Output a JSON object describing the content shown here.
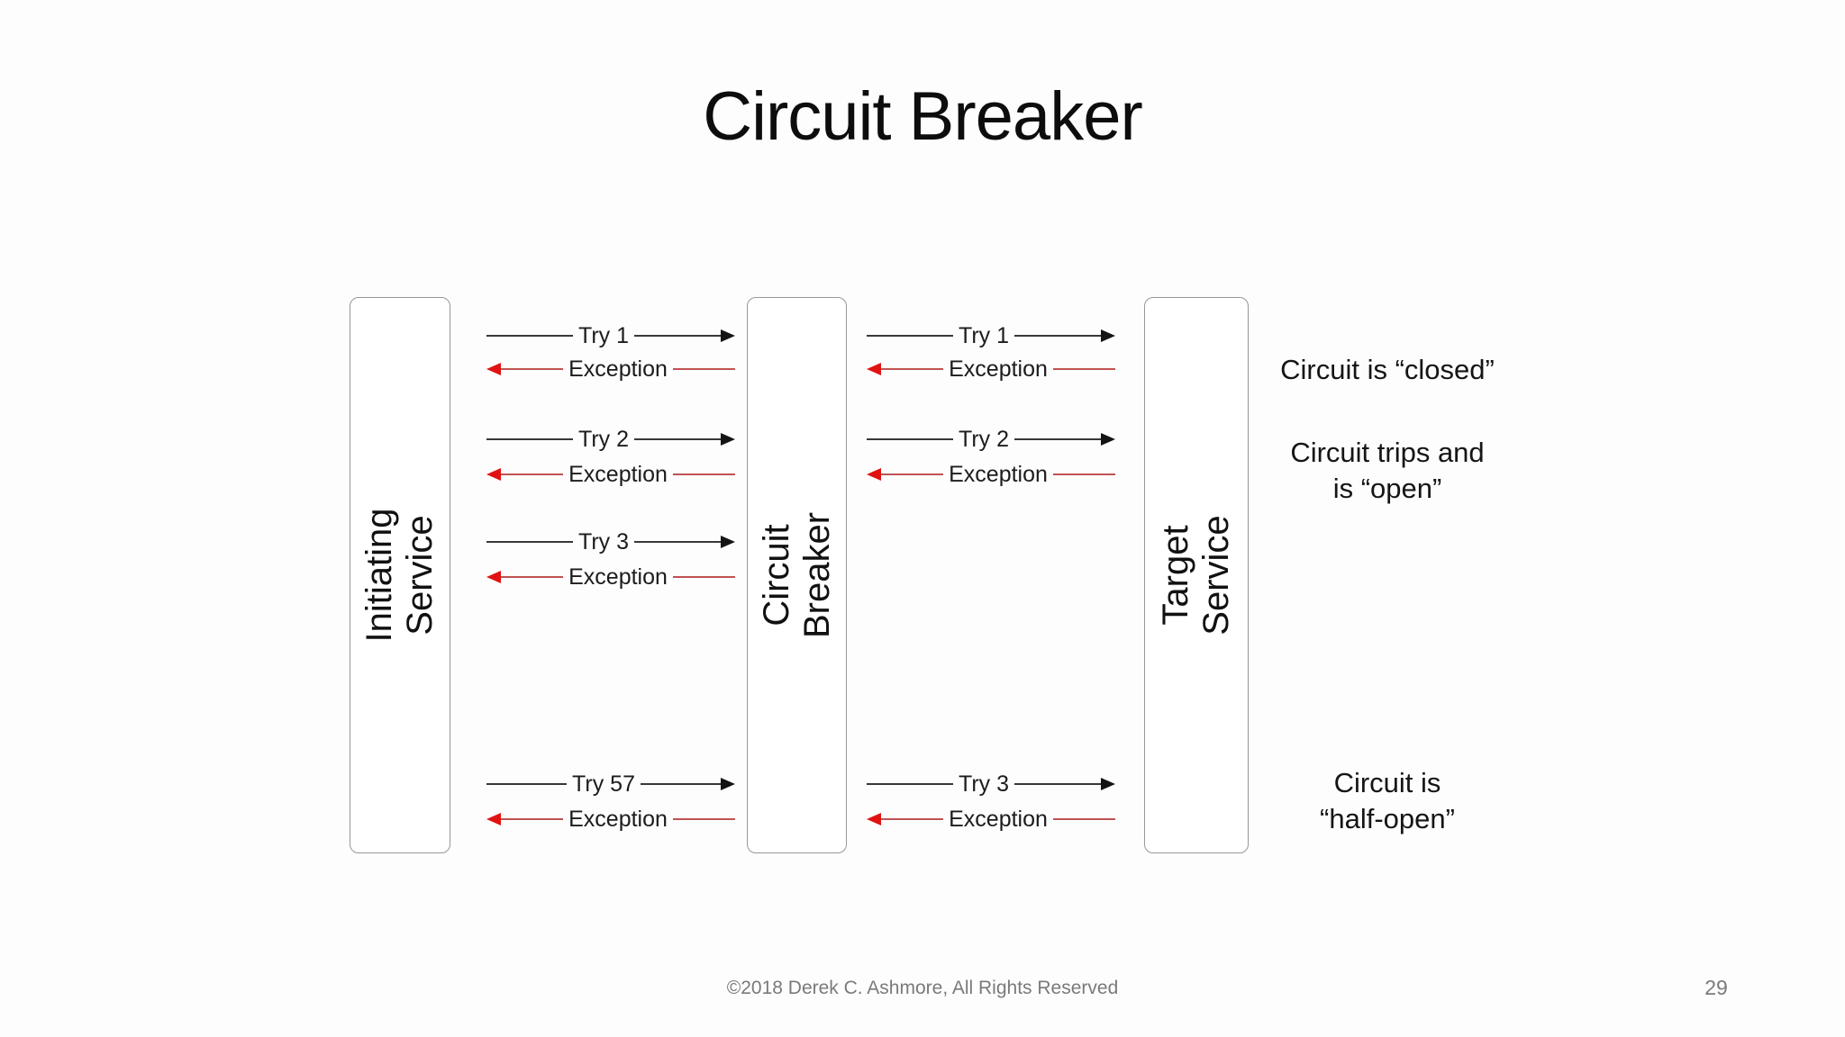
{
  "title": "Circuit Breaker",
  "boxes": {
    "initiating": {
      "line1": "Initiating",
      "line2": "Service"
    },
    "breaker": {
      "line1": "Circuit",
      "line2": "Breaker"
    },
    "target": {
      "line1": "Target",
      "line2": "Service"
    }
  },
  "left_arrows": [
    {
      "label": "Try 1",
      "type": "try",
      "direction": "right"
    },
    {
      "label": "Exception",
      "type": "exception",
      "direction": "left"
    },
    {
      "label": "Try 2",
      "type": "try",
      "direction": "right"
    },
    {
      "label": "Exception",
      "type": "exception",
      "direction": "left"
    },
    {
      "label": "Try 3",
      "type": "try",
      "direction": "right"
    },
    {
      "label": "Exception",
      "type": "exception",
      "direction": "left"
    },
    {
      "label": "Try 57",
      "type": "try",
      "direction": "right"
    },
    {
      "label": "Exception",
      "type": "exception",
      "direction": "left"
    }
  ],
  "right_arrows": [
    {
      "label": "Try 1",
      "type": "try",
      "direction": "right"
    },
    {
      "label": "Exception",
      "type": "exception",
      "direction": "left"
    },
    {
      "label": "Try 2",
      "type": "try",
      "direction": "right"
    },
    {
      "label": "Exception",
      "type": "exception",
      "direction": "left"
    },
    {
      "label": "Try 3",
      "type": "try",
      "direction": "right"
    },
    {
      "label": "Exception",
      "type": "exception",
      "direction": "left"
    }
  ],
  "annotations": [
    {
      "lines": [
        "Circuit is “closed”"
      ]
    },
    {
      "lines": [
        "Circuit trips and",
        "is “open”"
      ]
    },
    {
      "lines": [
        "Circuit is",
        "“half-open”"
      ]
    }
  ],
  "footer": {
    "copyright": "©2018 Derek C. Ashmore, All Rights Reserved",
    "page_number": "29"
  },
  "colors": {
    "try_line": "#383838",
    "try_arrowhead": "#141414",
    "exception_line": "#c05252",
    "exception_arrowhead": "#e01313",
    "box_border": "#979797",
    "muted_text": "#7a7a7a"
  }
}
